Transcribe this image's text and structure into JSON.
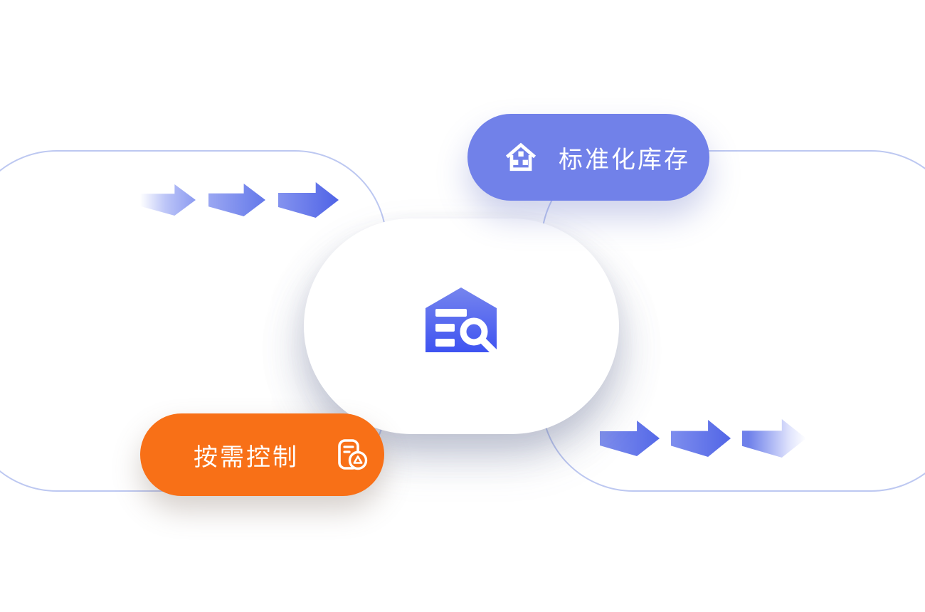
{
  "diagram": {
    "top_badge": {
      "label": "标准化库存",
      "icon": "warehouse-house-icon"
    },
    "bottom_badge": {
      "label": "按需控制",
      "icon": "device-sync-icon"
    },
    "center": {
      "icon": "inventory-search-icon"
    },
    "flows": {
      "inbound_arrows": 3,
      "outbound_arrows": 3,
      "direction": "right"
    }
  },
  "colors": {
    "badge-blue": "#7181E9",
    "badge-orange": "#F87017",
    "arrow-blue": "#5C6FE8",
    "outline-lavender": "#BDC8F1",
    "icon-grad-top": "#7685EE",
    "icon-grad-bottom": "#3E53F1",
    "card-bg": "#FFFFFF"
  }
}
